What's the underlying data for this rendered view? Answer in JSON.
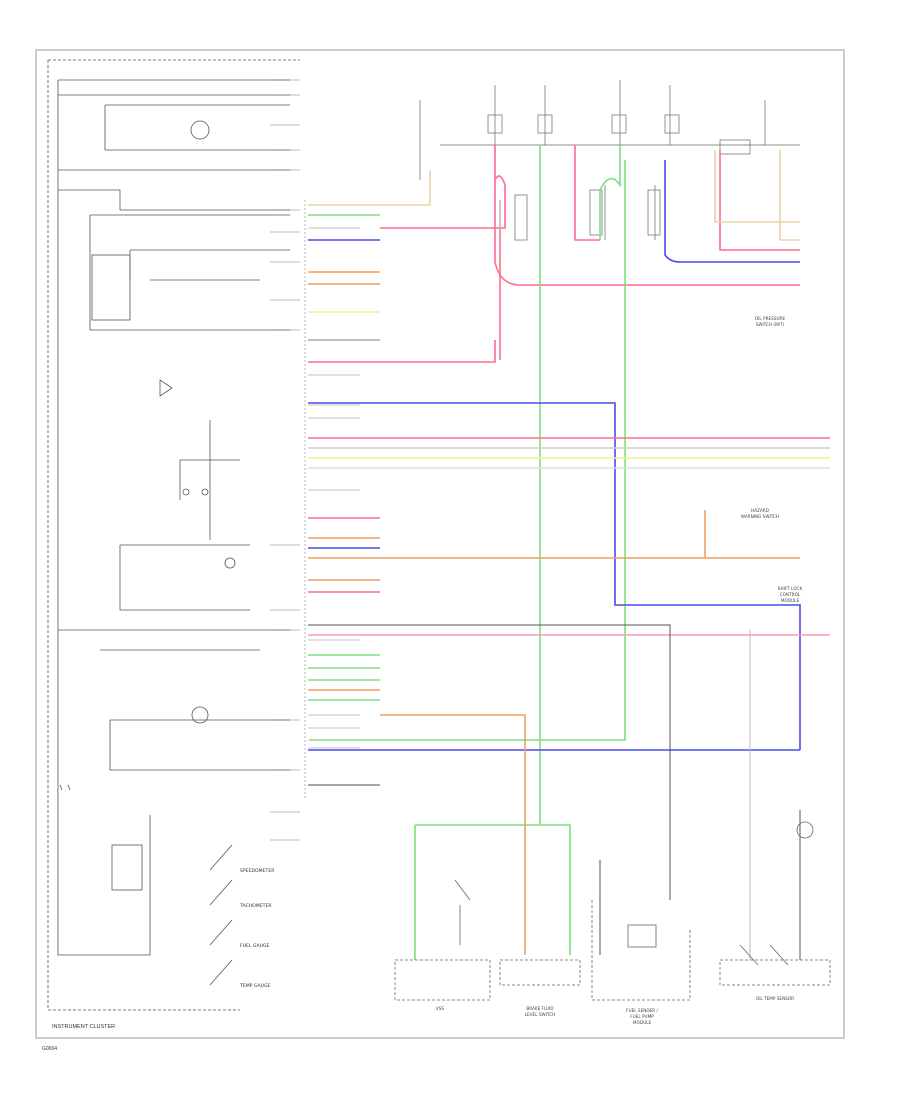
{
  "page": {
    "title": "INSTRUMENT CLUSTER",
    "page_id": "G0004"
  },
  "colors": {
    "red": "#ff6c8c",
    "blue": "#4a4aee",
    "green": "#7ce07c",
    "orange": "#f0a060",
    "yellow": "#f2f28a",
    "tan": "#e6d4a8",
    "dark": "#444444",
    "gray": "#aaaaaa",
    "frame": "#9a9a9a"
  },
  "right_components": {
    "oil_pressure_switch": "OIL PRESSURE\nSWITCH (M/T)",
    "hazard_switch": "HAZARD\nWARNING SWITCH",
    "shift_lock": "SHIFT LOCK\nCONTROL\nMODULE",
    "fuel_pump": "FUEL SENDER /\nFUEL PUMP\nMODULE",
    "brake_fluid": "BRAKE FLUID\nLEVEL SWITCH",
    "oil_temp": "OIL TEMP SENSOR",
    "vss": "VSS"
  },
  "cluster_items": [
    "SPEEDOMETER",
    "TACHOMETER",
    "FUEL GAUGE",
    "TEMP GAUGE"
  ]
}
